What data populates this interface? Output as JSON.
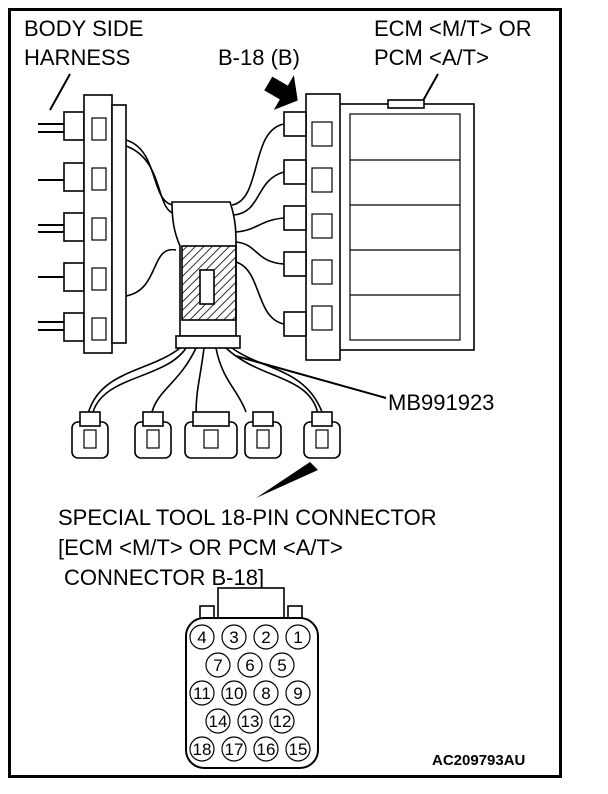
{
  "labels": {
    "body_side_line1": "BODY SIDE",
    "body_side_line2": "HARNESS",
    "ecm_line1": "ECM <M/T> OR",
    "ecm_line2": "PCM <A/T>",
    "connector_id": "B-18 (B)",
    "tool_id": "MB991923",
    "special_line1": "SPECIAL TOOL 18-PIN CONNECTOR",
    "special_line2": "[ECM <M/T> OR PCM <A/T>",
    "special_line3": "CONNECTOR B-18]",
    "figure_ref": "AC209793AU"
  },
  "pins": {
    "row1": [
      "4",
      "3",
      "2",
      "1"
    ],
    "row2": [
      "7",
      "6",
      "5"
    ],
    "row3": [
      "11",
      "10",
      "8",
      "9"
    ],
    "row4": [
      "14",
      "13",
      "12"
    ],
    "row5": [
      "18",
      "17",
      "16",
      "15"
    ]
  }
}
